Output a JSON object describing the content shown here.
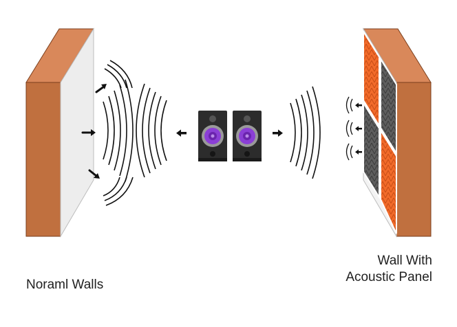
{
  "captions": {
    "left": "Noraml Walls",
    "right_line1": "Wall With",
    "right_line2": "Acoustic Panel"
  },
  "colors": {
    "brick_front": "#c0703f",
    "brick_side": "#a85b2f",
    "brick_top": "#d9885a",
    "wall_face": "#ededed",
    "panel_orange": "#f26b2a",
    "panel_gray": "#5e5e5e",
    "speaker_body": "#2c2c2c",
    "speaker_ring": "#9a9a9a",
    "speaker_cone": "#8b3fd6",
    "wave_stroke": "#111111"
  },
  "icons": [
    "arrow-icon",
    "sound-wave-icon",
    "speaker-icon",
    "acoustic-panel-icon",
    "brick-wall-icon"
  ]
}
